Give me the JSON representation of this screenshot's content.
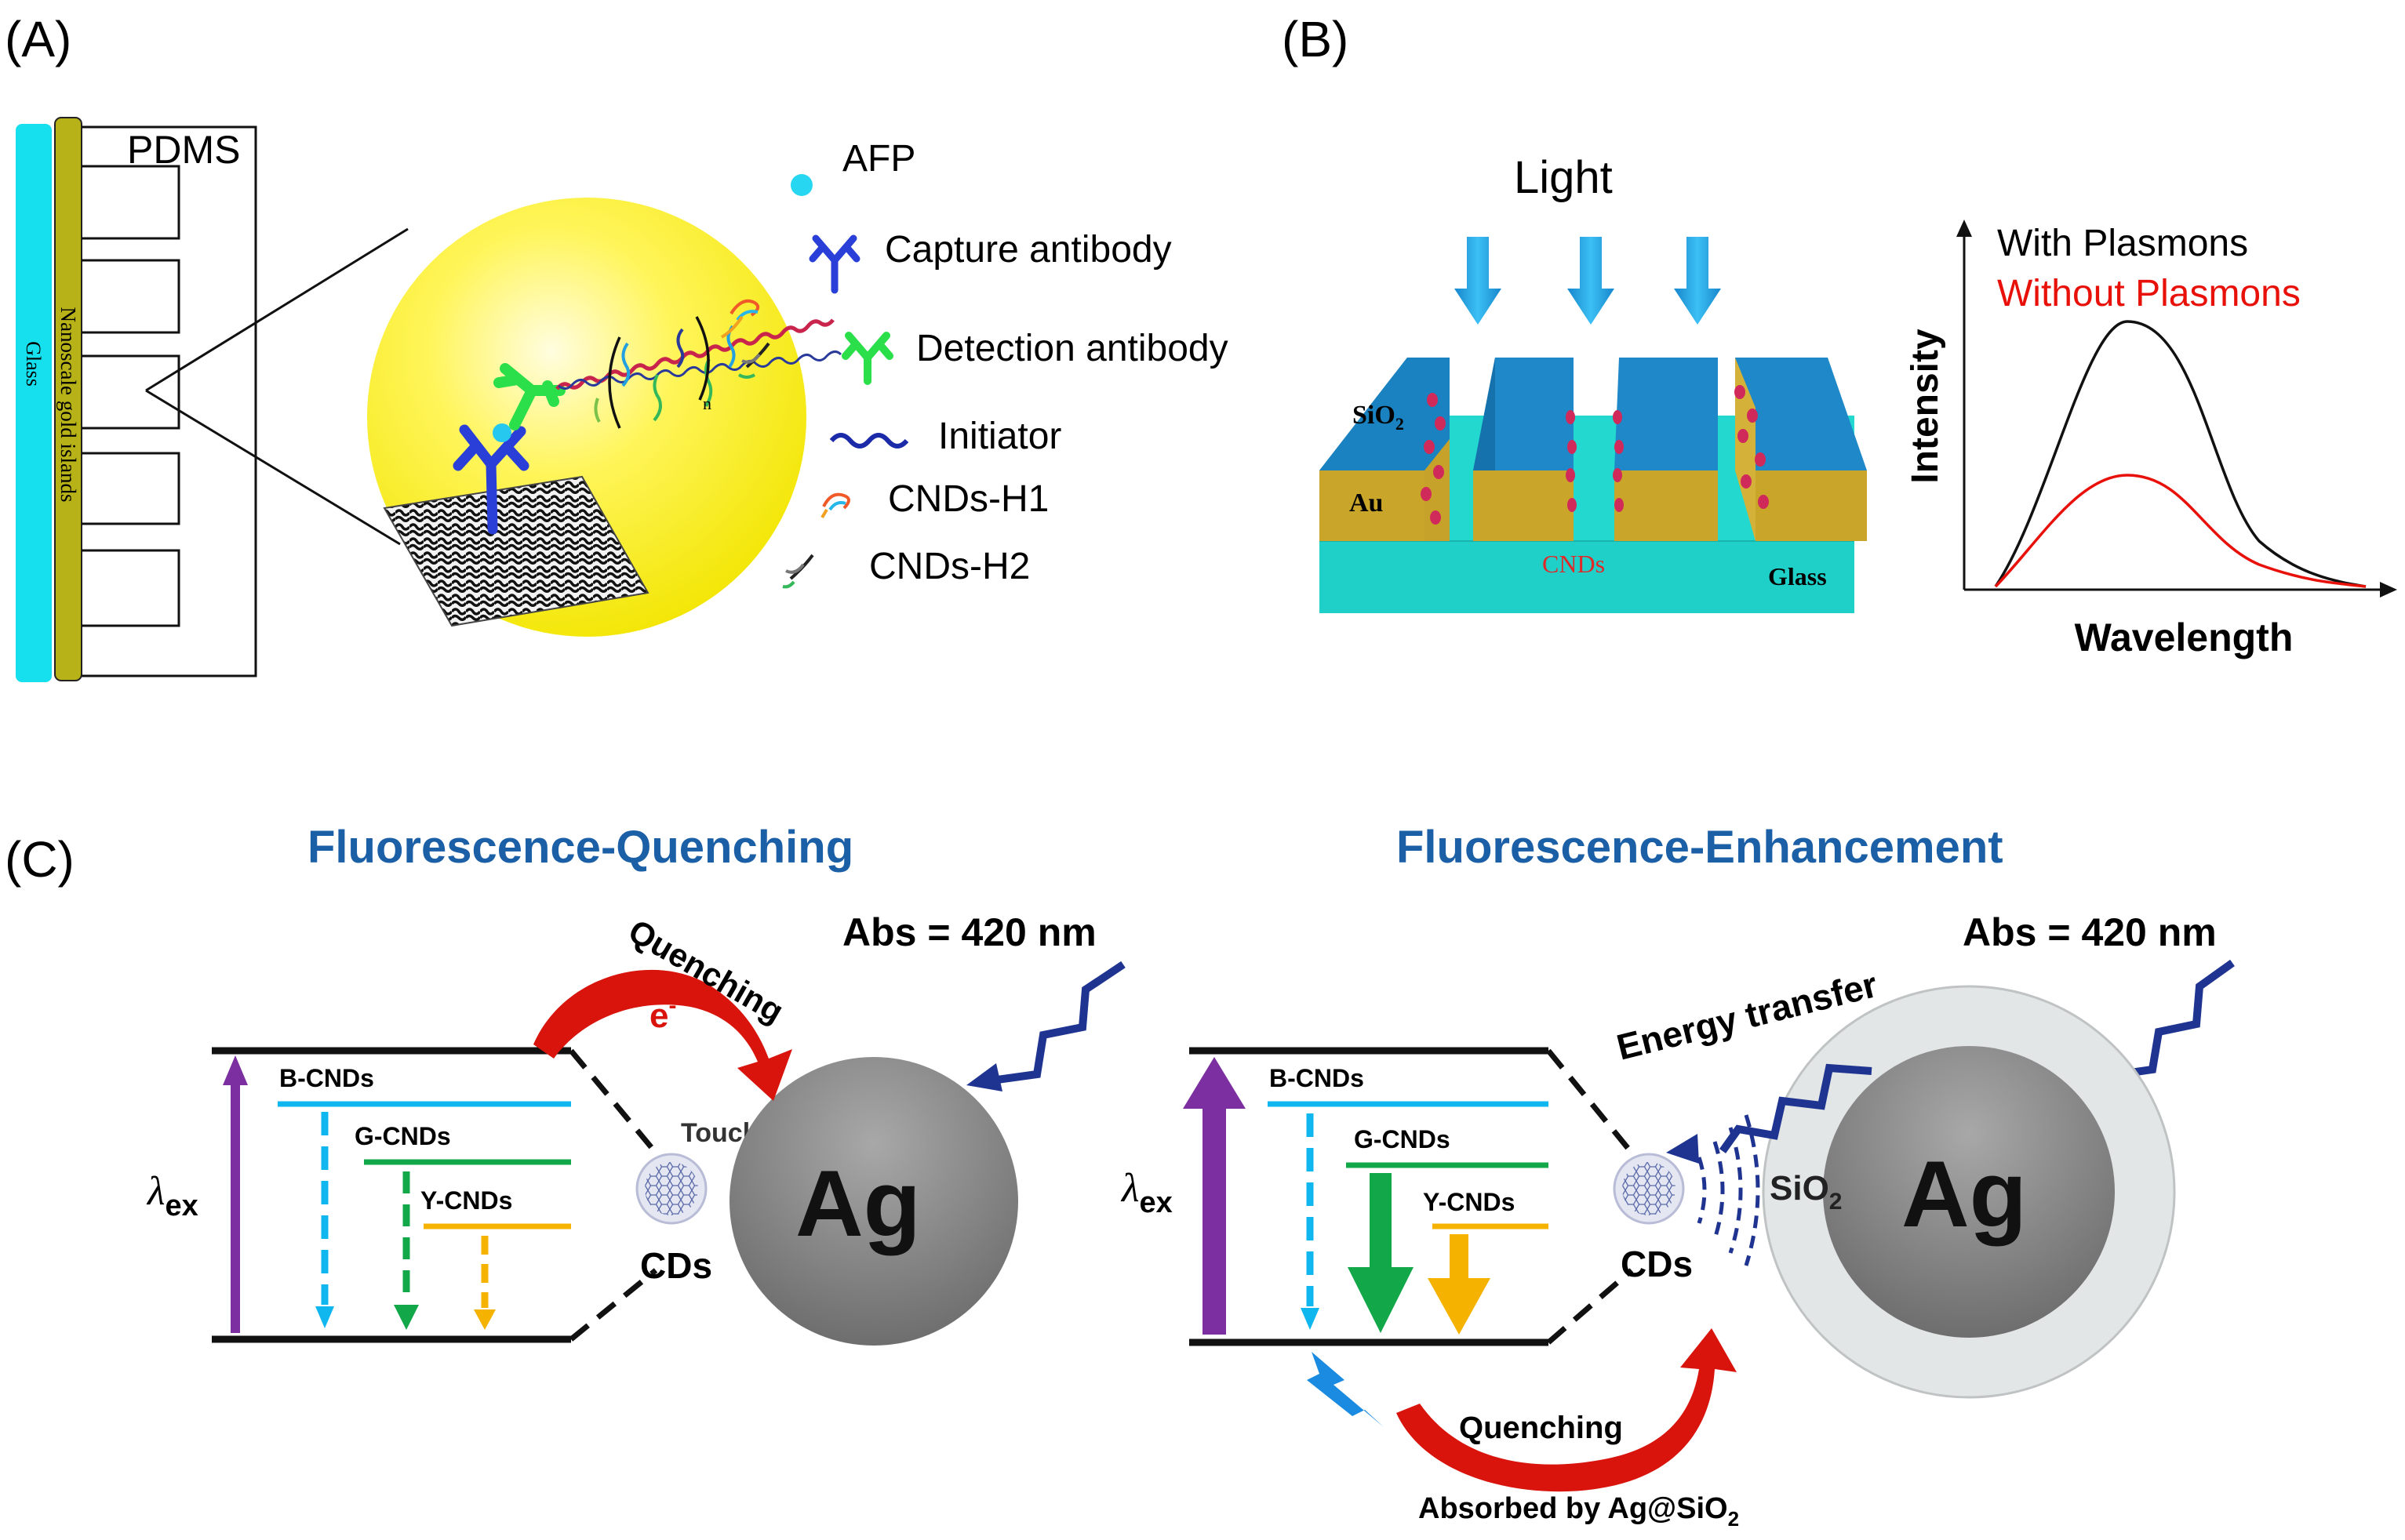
{
  "panels": {
    "a": {
      "label": "(A)",
      "pdms": "PDMS",
      "glass": "Glass",
      "gold": "Nanoscale gold islands",
      "subscript_n": "n",
      "legend": [
        "AFP",
        "Capture antibody",
        "Detection antibody",
        "Initiator",
        "CNDs-H1",
        "CNDs-H2"
      ]
    },
    "b": {
      "label": "(B)",
      "light": "Light",
      "sio2_base": "SiO",
      "sio2_sub": "2",
      "au": "Au",
      "cnds": "CNDs",
      "glass": "Glass",
      "plot": {
        "ylabel": "Intensity",
        "xlabel": "Wavelength",
        "legend_with": "With Plasmons",
        "legend_without": "Without Plasmons"
      }
    },
    "c": {
      "label": "(C)",
      "left": {
        "title": "Fluorescence-Quenching",
        "abs": "Abs = 420 nm",
        "quenching": "Quenching",
        "electron_base": "e",
        "electron_sup": "-",
        "touch": "Touch",
        "cds": "CDs",
        "ag": "Ag",
        "lambda": "λ",
        "lambda_sub": "ex",
        "levels": [
          "B-CNDs",
          "G-CNDs",
          "Y-CNDs"
        ]
      },
      "right": {
        "title": "Fluorescence-Enhancement",
        "abs": "Abs = 420 nm",
        "energy_transfer": "Energy transfer",
        "sio2_base": "SiO",
        "sio2_sub": "2",
        "cds": "CDs",
        "ag": "Ag",
        "lambda": "λ",
        "lambda_sub": "ex",
        "levels": [
          "B-CNDs",
          "G-CNDs",
          "Y-CNDs"
        ],
        "quenching": "Quenching",
        "absorbed_base": "Absorbed by Ag@SiO",
        "absorbed_sub": "2"
      }
    }
  },
  "colors": {
    "cyan": "#16e0ee",
    "gold_strip": "#b7b217",
    "yellow_sphere": "#fff23a",
    "blue_block": "#1e88c8",
    "au_gold": "#c9a62a",
    "teal_glass": "#22d4cc",
    "cnd_dot": "#d02a5a",
    "light_arrow": "#1aa0e6",
    "title_blue": "#1b5fa6",
    "b_level": "#10b7ef",
    "g_level": "#12a84a",
    "y_level": "#f5b300",
    "purple": "#7b2fa0",
    "red_arrow": "#d8140c",
    "navy_zigzag": "#1f3490",
    "without_plasmons": "#e8110a"
  }
}
